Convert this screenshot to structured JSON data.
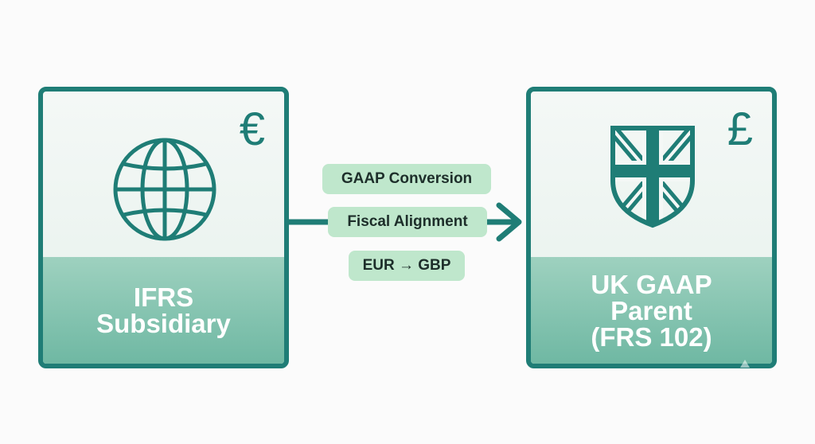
{
  "left_entity": {
    "label": "IFRS\nSubsidiary",
    "currency_symbol": "€",
    "icon": "globe-icon"
  },
  "right_entity": {
    "label": "UK GAAP\nParent\n(FRS 102)",
    "currency_symbol": "£",
    "icon": "union-jack-shield-icon"
  },
  "connector": {
    "labels": [
      "GAAP Conversion",
      "Fiscal Alignment",
      "EUR → GBP"
    ]
  },
  "colors": {
    "primary": "#1f7d76",
    "band": "#7fc0ab",
    "pill": "#bfe7cc",
    "background": "#fbfbfb"
  }
}
